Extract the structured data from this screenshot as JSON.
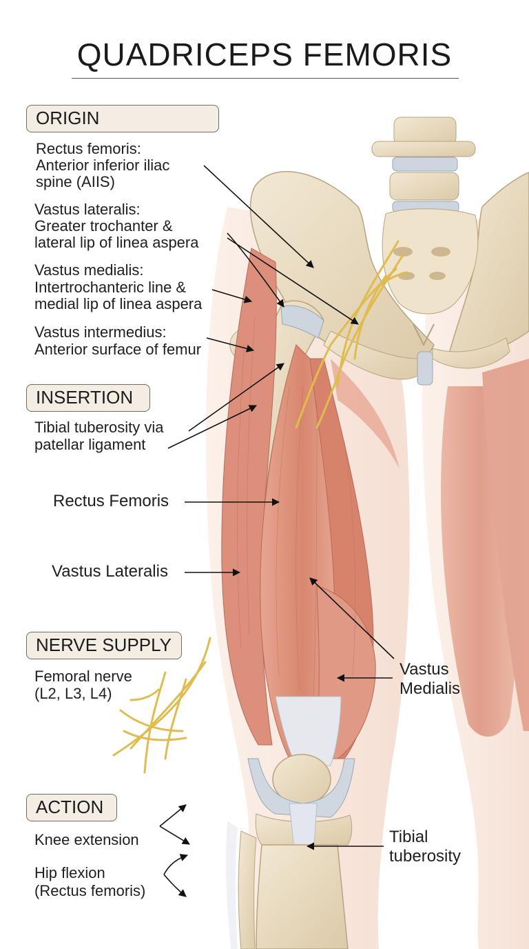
{
  "title": "QUADRICEPS FEMORIS",
  "origin": {
    "heading": "ORIGIN",
    "items": [
      {
        "name": "Rectus femoris:",
        "line1": "Anterior inferior iliac",
        "line2": "spine (AIIS)"
      },
      {
        "name": "Vastus lateralis:",
        "line1": "Greater trochanter &",
        "line2": "lateral lip of linea aspera"
      },
      {
        "name": "Vastus medialis:",
        "line1": "Intertrochanteric line &",
        "line2": "medial lip of linea aspera"
      },
      {
        "name": "Vastus intermedius:",
        "line1": "Anterior surface of femur"
      }
    ]
  },
  "insertion": {
    "heading": "INSERTION",
    "line1": "Tibial tuberosity via",
    "line2": "patellar ligament"
  },
  "nerve": {
    "heading": "NERVE SUPPLY",
    "line1": "Femoral nerve",
    "line2": "(L2, L3, L4)"
  },
  "action": {
    "heading": "ACTION",
    "item1": "Knee extension",
    "item2_line1": "Hip flexion",
    "item2_line2": "(Rectus femoris)"
  },
  "labels": {
    "rectus_femoris": "Rectus Femoris",
    "vastus_lateralis": "Vastus Lateralis",
    "vastus_medialis_1": "Vastus",
    "vastus_medialis_2": "Medialis",
    "tibial_tuberosity_1": "Tibial",
    "tibial_tuberosity_2": "tuberosity"
  },
  "colors": {
    "bone": "#e8dcc4",
    "muscle": "#d98a76",
    "nerve": "#e2be52",
    "cartilage": "#c9d2dc",
    "box_fill": "#f3ede3"
  }
}
